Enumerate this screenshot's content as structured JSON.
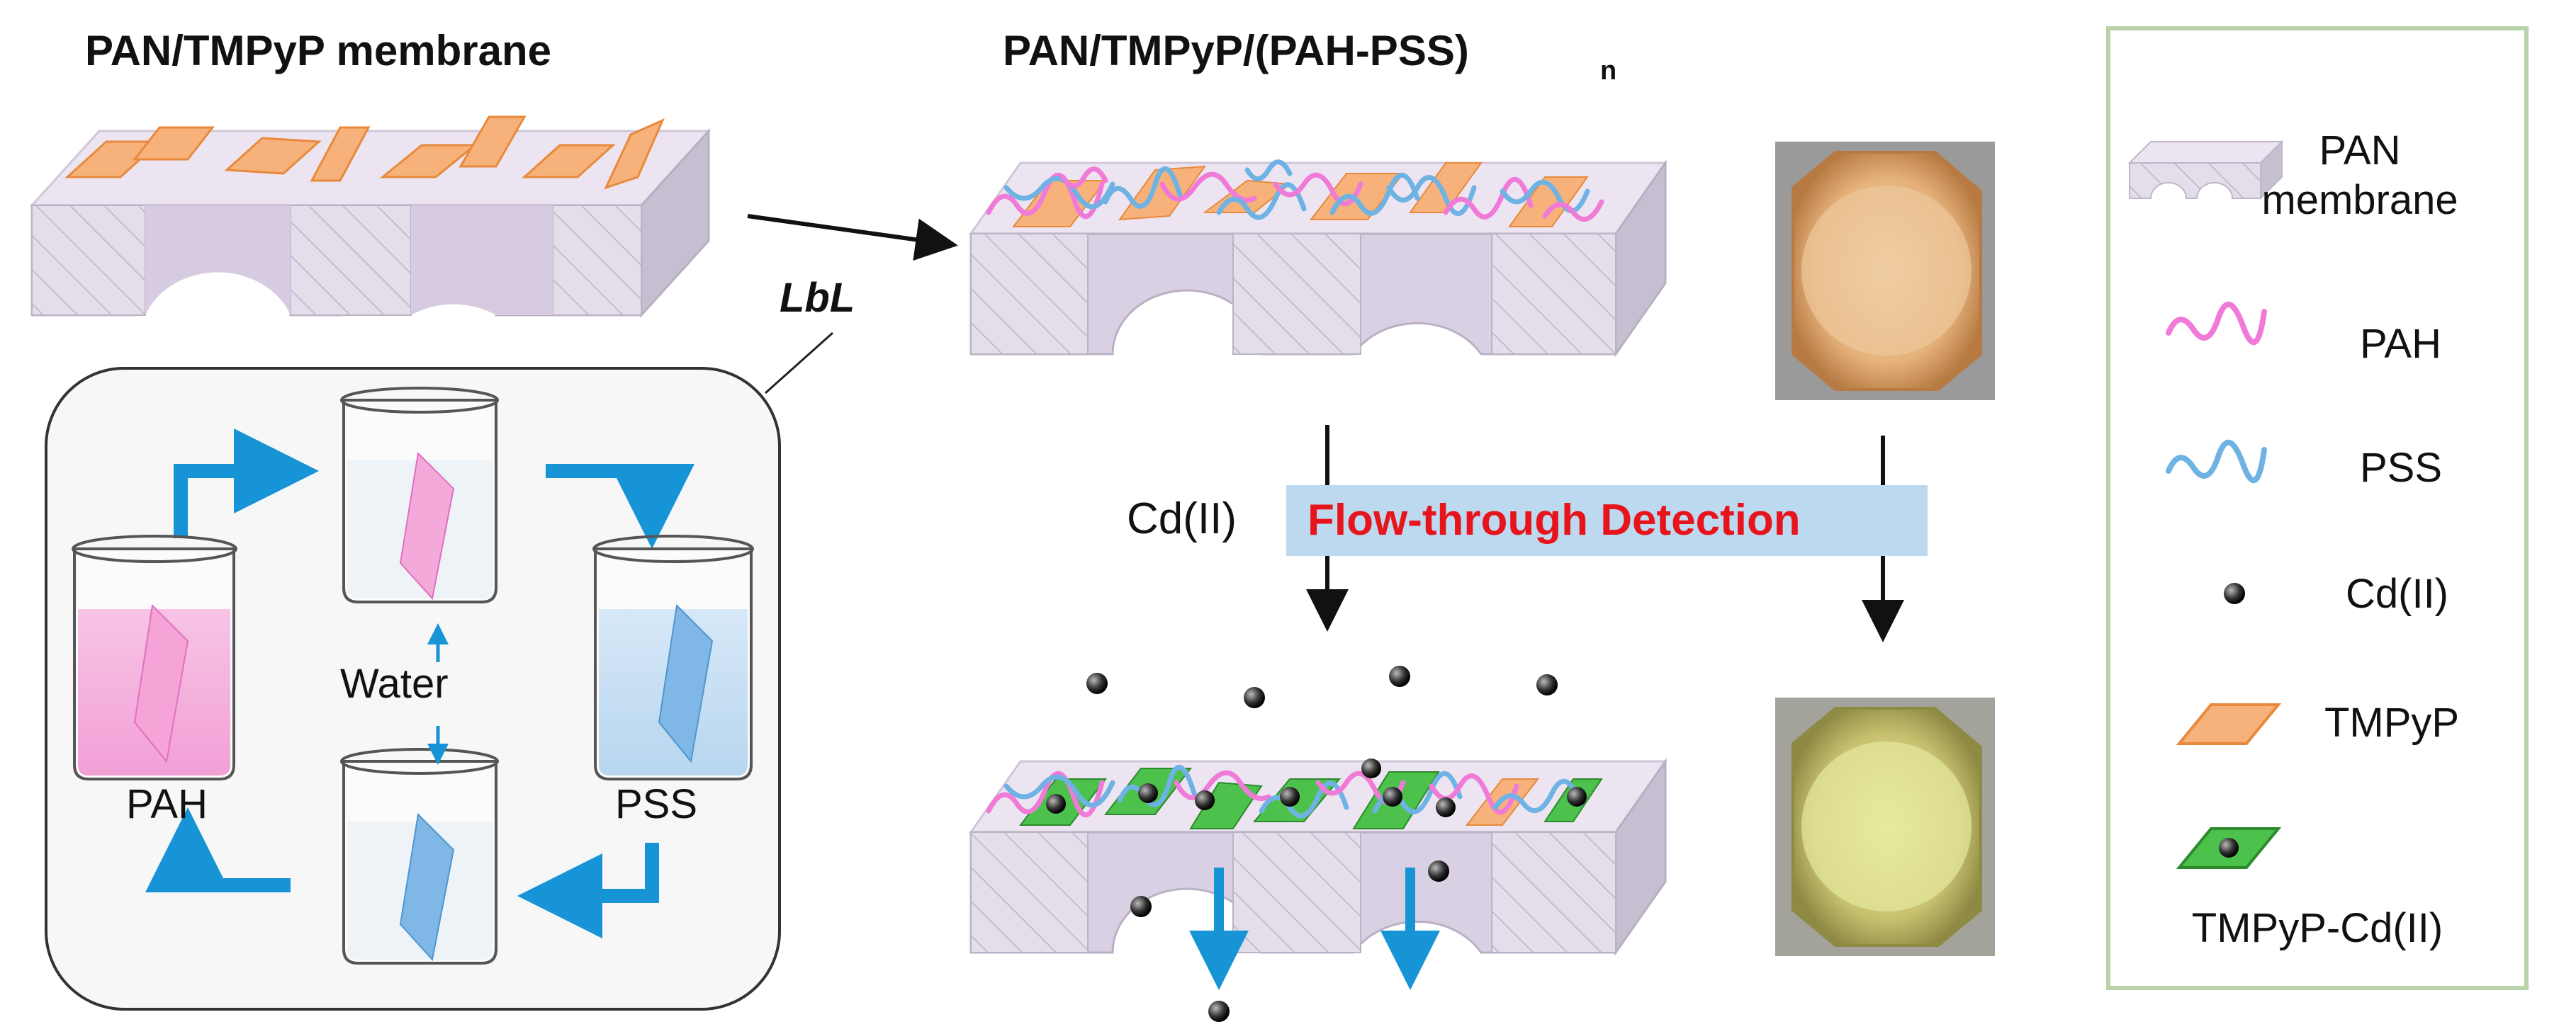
{
  "titles": {
    "left": "PAN/TMPyP membrane",
    "right_main": "PAN/TMPyP/(PAH-PSS)",
    "right_sub": "n"
  },
  "process": {
    "lbl_label": "LbL",
    "cd_label": "Cd(II)",
    "detection_label": "Flow-through Detection"
  },
  "beakers": {
    "pah": "PAH",
    "pss": "PSS",
    "water": "Water"
  },
  "legend": {
    "pan_line1": "PAN",
    "pan_line2": "membrane",
    "pah": "PAH",
    "pss": "PSS",
    "cd": "Cd(II)",
    "tmpyp": "TMPyP",
    "tmpyp_cd": "TMPyP-Cd(II)"
  },
  "colors": {
    "membrane_top": "#e8e0ef",
    "membrane_front": "#d6cde3",
    "membrane_side": "#c4bcd0",
    "tmpyp": "#f6b27a",
    "tmpyp_edge": "#e8893c",
    "tmpyp_cd": "#4cc24c",
    "pah": "#f07ad8",
    "pss": "#6fb2e4",
    "arrow_blue": "#1694d6",
    "detection_bg": "#bcd9f0",
    "detection_text": "#e8141c",
    "legend_border": "#b8d4a8"
  }
}
